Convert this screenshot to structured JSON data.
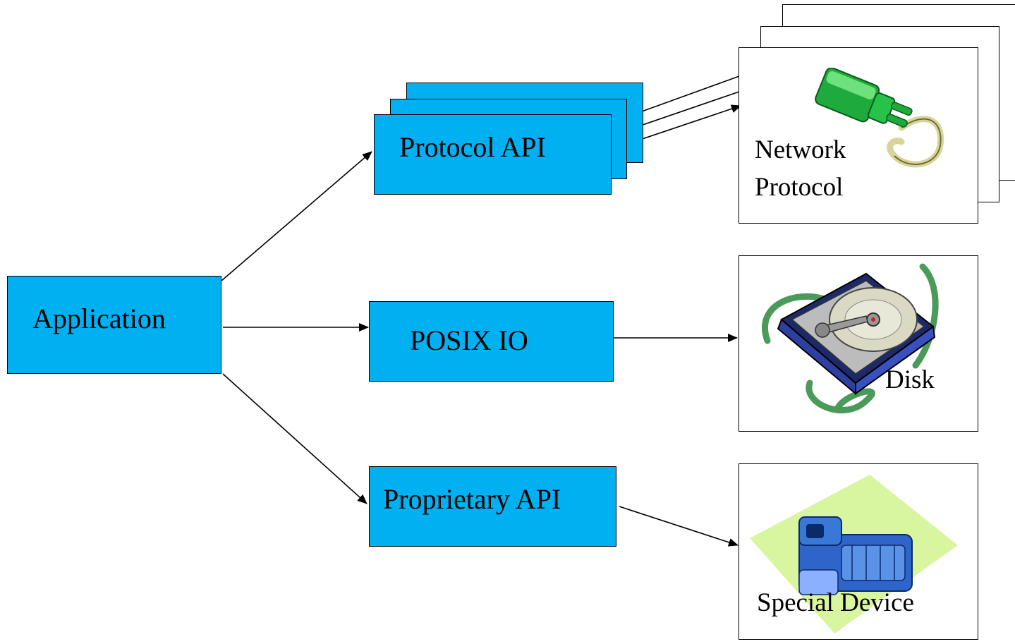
{
  "nodes": {
    "application": "Application",
    "protocol_api": "Protocol API",
    "posix_io": "POSIX IO",
    "proprietary_api": "Proprietary API"
  },
  "devices": {
    "network": {
      "line1": "Network",
      "line2": "Protocol",
      "icon": "network-plug-icon"
    },
    "disk": {
      "label": "Disk",
      "icon": "hard-disk-icon"
    },
    "special": {
      "label": "Special Device",
      "icon": "camcorder-icon"
    }
  },
  "colors": {
    "api_box": "#00b0f0",
    "plug_green": "#2ecc40",
    "disk_swirl": "#4a9a5a",
    "camera_blue": "#3a78d8",
    "camera_bg": "#d8f5a0"
  }
}
